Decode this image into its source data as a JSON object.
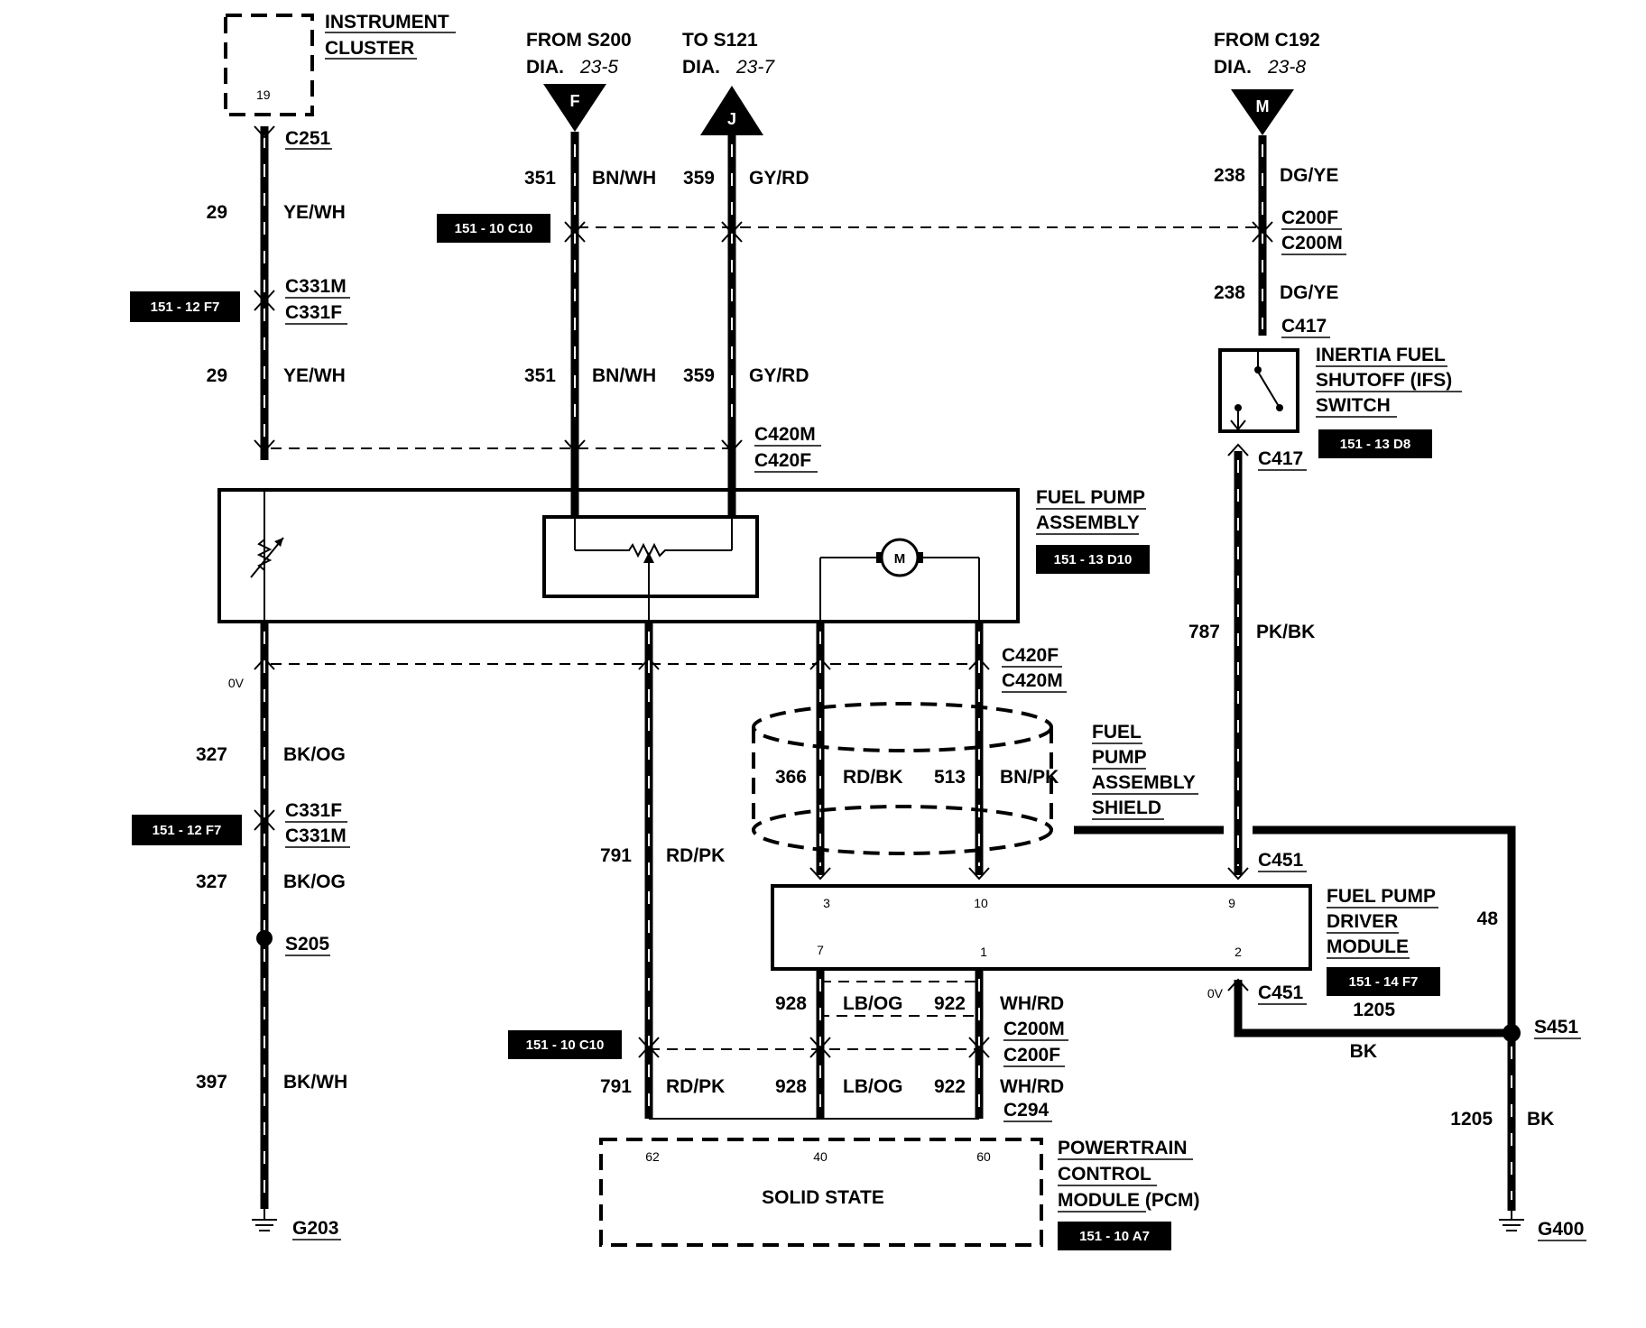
{
  "instrument_cluster": {
    "label_line1": "INSTRUMENT",
    "label_line2": "CLUSTER",
    "pin": "19"
  },
  "sources": {
    "s200": {
      "line1": "FROM S200",
      "dia_prefix": "DIA.",
      "dia": "23-5",
      "arrow_letter": "F"
    },
    "s121": {
      "line1": "TO S121",
      "dia_prefix": "DIA.",
      "dia": "23-7",
      "arrow_letter": "J"
    },
    "c192": {
      "line1": "FROM C192",
      "dia_prefix": "DIA.",
      "dia": "23-8",
      "arrow_letter": "M"
    }
  },
  "connectors": {
    "c251": "C251",
    "c331m_top": "C331M",
    "c331f_top": "C331F",
    "c331f_bot": "C331F",
    "c331m_bot": "C331M",
    "c200f": "C200F",
    "c200m": "C200M",
    "c417_top": "C417",
    "c417_bot": "C417",
    "c420m_top": "C420M",
    "c420f_top": "C420F",
    "c420f_bot": "C420F",
    "c420m_bot": "C420M",
    "c451_top": "C451",
    "c451_bot": "C451",
    "c200m_low": "C200M",
    "c200f_low": "C200F",
    "c294": "C294",
    "s205": "S205",
    "s451": "S451",
    "g203": "G203",
    "g400": "G400"
  },
  "wires": {
    "w29a": {
      "num": "29",
      "color": "YE/WH"
    },
    "w29b": {
      "num": "29",
      "color": "YE/WH"
    },
    "w351a": {
      "num": "351",
      "color": "BN/WH"
    },
    "w351b": {
      "num": "351",
      "color": "BN/WH"
    },
    "w359a": {
      "num": "359",
      "color": "GY/RD"
    },
    "w359b": {
      "num": "359",
      "color": "GY/RD"
    },
    "w238a": {
      "num": "238",
      "color": "DG/YE"
    },
    "w238b": {
      "num": "238",
      "color": "DG/YE"
    },
    "w787": {
      "num": "787",
      "color": "PK/BK"
    },
    "w327a": {
      "num": "327",
      "color": "BK/OG"
    },
    "w327b": {
      "num": "327",
      "color": "BK/OG"
    },
    "w397": {
      "num": "397",
      "color": "BK/WH"
    },
    "w791a": {
      "num": "791",
      "color": "RD/PK"
    },
    "w791b": {
      "num": "791",
      "color": "RD/PK"
    },
    "w366": {
      "num": "366",
      "color": "RD/BK"
    },
    "w513": {
      "num": "513",
      "color": "BN/PK"
    },
    "w928a": {
      "num": "928",
      "color": "LB/OG"
    },
    "w928b": {
      "num": "928",
      "color": "LB/OG"
    },
    "w922a": {
      "num": "922",
      "color": "WH/RD"
    },
    "w922b": {
      "num": "922",
      "color": "WH/RD"
    },
    "w1205a": {
      "num": "1205",
      "color": "BK"
    },
    "w1205b": {
      "num": "1205",
      "color": "BK"
    },
    "w48": {
      "num": "48"
    }
  },
  "volt": {
    "left": "0V",
    "right": "0V"
  },
  "refs": {
    "r_c10_top": "151 - 10 C10",
    "r_f7_top": "151 - 12 F7",
    "r_f7_bot": "151 - 12 F7",
    "r_d8": "151 - 13 D8",
    "r_d10": "151 - 13 D10",
    "r_f7_fpdm": "151 - 14 F7",
    "r_c10_bot": "151 - 10 C10",
    "r_a7": "151 - 10 A7"
  },
  "components": {
    "fuel_pump_assembly": {
      "line1": "FUEL PUMP",
      "line2": "ASSEMBLY",
      "motor": "M"
    },
    "ifs_switch": {
      "line1": "INERTIA FUEL",
      "line2": "SHUTOFF (IFS)",
      "line3": "SWITCH"
    },
    "shield": {
      "line1": "FUEL",
      "line2": "PUMP",
      "line3": "ASSEMBLY",
      "line4": "SHIELD"
    },
    "fpdm": {
      "line1": "FUEL PUMP",
      "line2": "DRIVER",
      "line3": "MODULE",
      "pins": {
        "p3": "3",
        "p10": "10",
        "p9": "9",
        "p7": "7",
        "p1": "1",
        "p2": "2"
      }
    },
    "pcm": {
      "line1": "POWERTRAIN",
      "line2": "CONTROL",
      "line3": "MODULE (PCM)",
      "body": "SOLID STATE",
      "pins": {
        "p62": "62",
        "p40": "40",
        "p60": "60"
      }
    }
  }
}
